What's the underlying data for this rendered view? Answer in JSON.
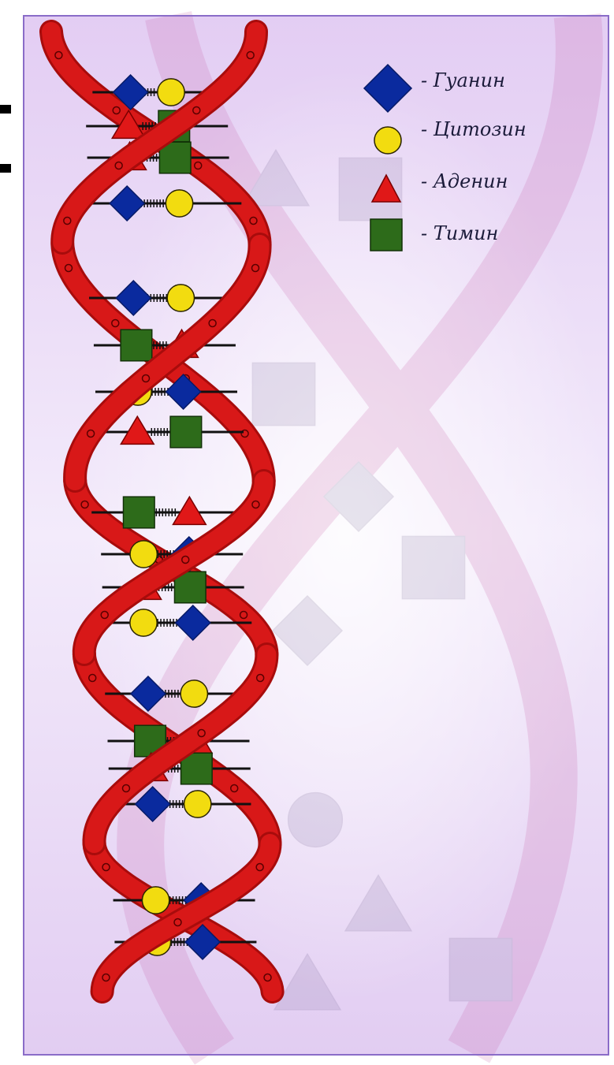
{
  "legend": [
    {
      "shape": "diamond",
      "label": "- Гуанин",
      "color": "#0a2a9e"
    },
    {
      "shape": "circle",
      "label": "- Цитозин",
      "color": "#f2dc10"
    },
    {
      "shape": "triangle",
      "label": "- Аденин",
      "color": "#e01818"
    },
    {
      "shape": "square",
      "label": "- Тимин",
      "color": "#2d6b1a"
    }
  ],
  "colors": {
    "panel_top": "#e6d2f4",
    "panel_mid": "#f4ecfb",
    "panel_border": "#8a6cc8",
    "helix": "#d81818",
    "helix_dark": "#a80c0c",
    "rung": "#111111"
  },
  "pairs": [
    [
      "diamond",
      "circle"
    ],
    [
      "triangle",
      "square"
    ],
    [
      "triangle",
      "square"
    ],
    [
      "diamond",
      "circle"
    ],
    [
      "diamond",
      "circle"
    ],
    [
      "square",
      "triangle"
    ],
    [
      "circle",
      "diamond"
    ],
    [
      "triangle",
      "square"
    ],
    [
      "square",
      "triangle"
    ],
    [
      "circle",
      "diamond"
    ],
    [
      "triangle",
      "square"
    ],
    [
      "circle",
      "diamond"
    ],
    [
      "diamond",
      "circle"
    ],
    [
      "square",
      "triangle"
    ],
    [
      "triangle",
      "square"
    ],
    [
      "diamond",
      "circle"
    ],
    [
      "circle",
      "diamond"
    ],
    [
      "circle",
      "diamond"
    ]
  ]
}
